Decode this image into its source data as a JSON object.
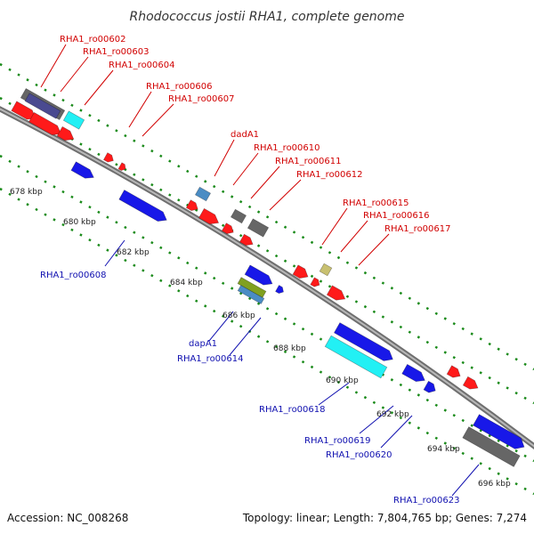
{
  "title": "Rhodococcus jostii RHA1, complete genome",
  "footer": {
    "accession": "Accession: NC_008268",
    "topology": "Topology: linear; Length: 7,804,765 bp; Genes: 7,274"
  },
  "colors": {
    "red": "#ff1a1a",
    "blue": "#1818e8",
    "cyan": "#22f0f4",
    "gray": "#666666",
    "navy": "#4a4a90",
    "steel": "#4a8cc4",
    "khaki": "#c8c070",
    "olive": "#80a020",
    "label_red": "#d10000",
    "label_blue": "#1010b0",
    "backbone": "#8a8a8a",
    "tick_dots": "#1a8a1a"
  },
  "scale_labels": [
    "678 kbp",
    "680 kbp",
    "682 kbp",
    "684 kbp",
    "686 kbp",
    "688 kbp",
    "690 kbp",
    "692 kbp",
    "694 kbp",
    "696 kbp"
  ],
  "gene_labels": {
    "top": [
      "RHA1_ro00602",
      "RHA1_ro00603",
      "RHA1_ro00604",
      "RHA1_ro00606",
      "RHA1_ro00607",
      "dadA1",
      "RHA1_ro00610",
      "RHA1_ro00611",
      "RHA1_ro00612",
      "RHA1_ro00615",
      "RHA1_ro00616",
      "RHA1_ro00617"
    ],
    "bottom": [
      "RHA1_ro00608",
      "dapA1",
      "RHA1_ro00614",
      "RHA1_ro00618",
      "RHA1_ro00619",
      "RHA1_ro00620",
      "RHA1_ro00623"
    ]
  }
}
